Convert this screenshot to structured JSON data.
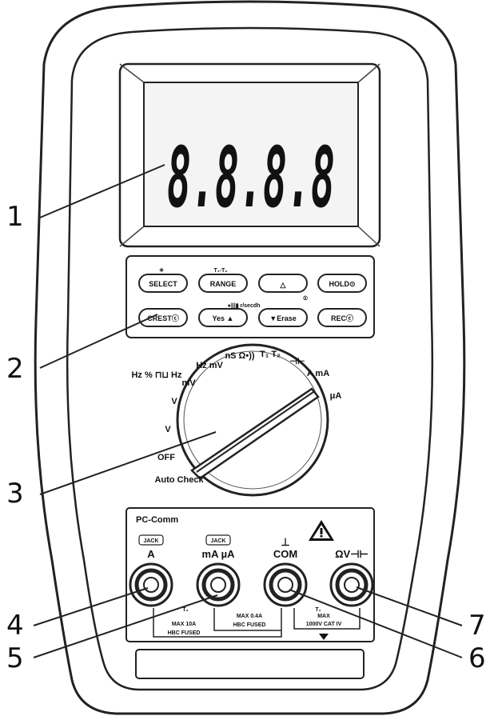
{
  "display": {
    "digits": "8.8.8.8"
  },
  "buttons": {
    "row1": [
      "SELECT",
      "RANGE",
      "△",
      "HOLD⊙"
    ],
    "row2": [
      "CRESTⓒ",
      "Yes ▲",
      "▼Erase",
      "RECⓒ"
    ],
    "select_symbol": "✳",
    "range_above": "T₁-T₂",
    "row2_above": "●|||▮ r/secdh",
    "row2_above2": "①"
  },
  "dial": {
    "labels": {
      "ohm": "nS Ω•))",
      "temp": "T₁ T₂",
      "cap": "⊣⊢",
      "mv_ac": "Hz mV",
      "duty": "Hz % ⊓⊔ Hz",
      "mv_dc": "mV",
      "v_dcac": "V",
      "v_ac": "V",
      "off": "OFF",
      "auto_check": "Auto Check",
      "ma": "A mA",
      "ua": "μA"
    }
  },
  "panel": {
    "pc_comm": "PC-Comm"
  },
  "jacks": {
    "a": {
      "jack_tag": "JACK",
      "label": "A",
      "fuse_note": "MAX 10A",
      "fuse_type": "HBC FUSED"
    },
    "ma": {
      "jack_tag": "JACK",
      "label": "mA µA",
      "fuse_note": "MAX 0.4A",
      "fuse_type": "HBC FUSED"
    },
    "com": {
      "label": "COM",
      "symbol": "⊥"
    },
    "v": {
      "label": "ΩV⊣⊢",
      "max_note": "MAX",
      "cat_note": "1000V CAT IV"
    },
    "t2": "T₂",
    "t1": "T₁"
  },
  "callouts": [
    "1",
    "2",
    "3",
    "4",
    "5",
    "6",
    "7"
  ]
}
